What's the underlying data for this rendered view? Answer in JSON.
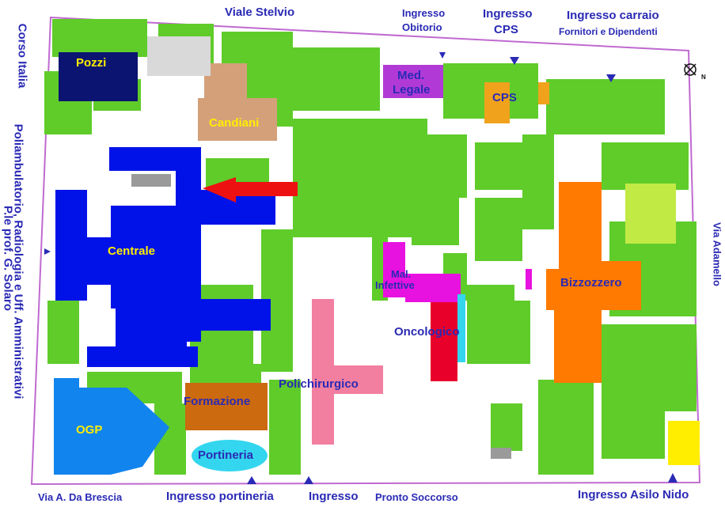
{
  "streets": {
    "viale_stelvio": "Viale Stelvio",
    "corso_italia": "Corso Italia",
    "via_adamello": "Via Adamello",
    "via_da_brescia": "Via A. Da Brescia",
    "poliambulatorio_1": "Poliambulatorio, Radiologia e Uff. Amministrativi",
    "poliambulatorio_2": "P.le  prof. G. Solaro"
  },
  "entrances": {
    "obitorio_1": "Ingresso",
    "obitorio_2": "Obitorio",
    "cps_1": "Ingresso",
    "cps_2": "CPS",
    "carraio_1": "Ingresso carraio",
    "carraio_2": "Fornitori e Dipendenti",
    "portineria": "Ingresso portineria",
    "ps_1": "Ingresso",
    "ps_2": "Pronto Soccorso",
    "asilo": "Ingresso Asilo Nido"
  },
  "buildings": {
    "pozzi": "Pozzi",
    "candiani": "Candiani",
    "med_legale_1": "Med.",
    "med_legale_2": "Legale",
    "cps": "CPS",
    "centrale": "Centrale",
    "mal_infettive_1": "Mal.",
    "mal_infettive_2": "Infettive",
    "oncologico": "Oncologico",
    "bizzozzero": "Bizzozzero",
    "policlinico": "Polichirurgico",
    "formazione": "Formazione",
    "ogp": "OGP",
    "portineria": "Portineria"
  },
  "colors": {
    "green": "#5fcc2a",
    "lime": "#c2ea45",
    "blue": "#0012e8",
    "navy": "#0b1470",
    "tan": "#d4a07a",
    "purple": "#b13ad6",
    "orange_cps": "#f0a21c",
    "orange": "#ff7a00",
    "magenta": "#e812e0",
    "red": "#e8002a",
    "pink": "#f27ea0",
    "brown": "#cc6a10",
    "lightblue": "#1184ee",
    "cyan": "#33d6ee",
    "yellow": "#ffee00",
    "label": "#2a2ab5",
    "arrow": "#ee1111"
  },
  "icons": {
    "north": "north-compass-icon",
    "entrance": "entrance-triangle-icon",
    "pointer": "red-arrow-icon"
  },
  "north_label": "N"
}
